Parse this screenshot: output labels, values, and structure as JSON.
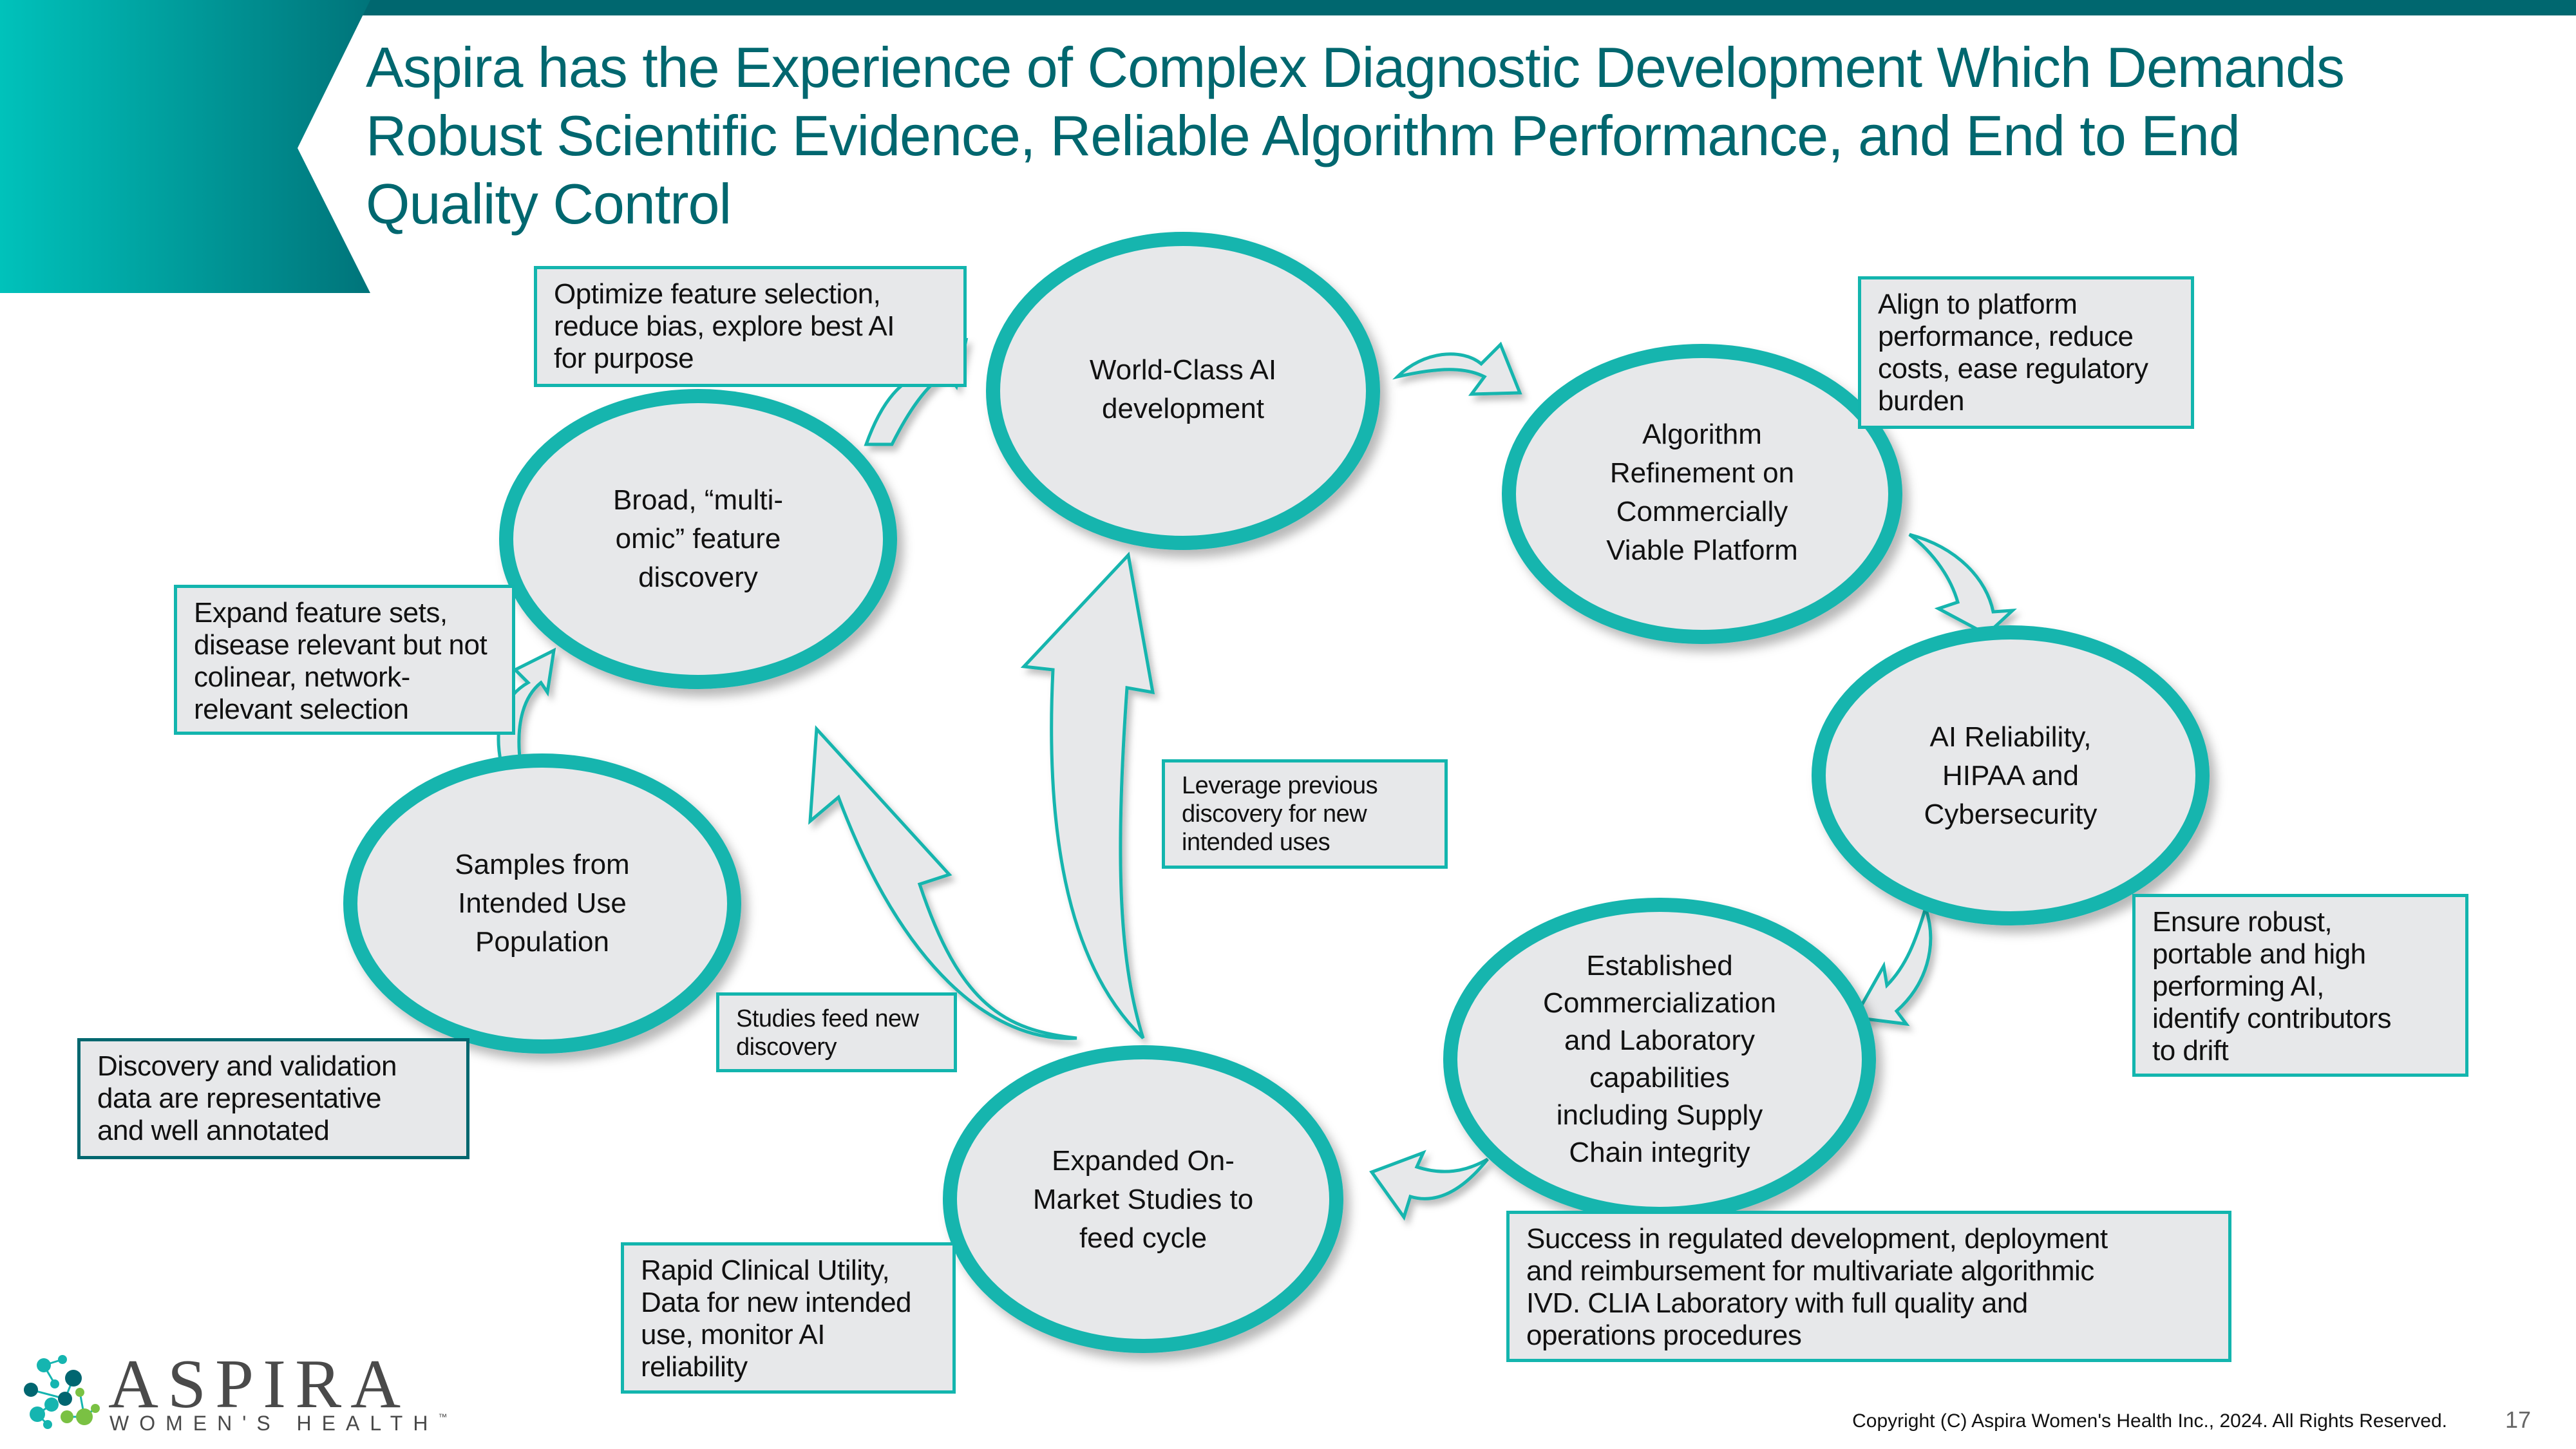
{
  "slide": {
    "title": "Aspira has the Experience of Complex Diagnostic Development Which Demands Robust Scientific Evidence, Reliable Algorithm Performance, and End to End Quality Control",
    "title_lines": [
      "Aspira has the Experience of Complex Diagnostic Development Which Demands",
      "Robust Scientific Evidence, Reliable Algorithm Performance, and End to End",
      "Quality Control"
    ],
    "page_number": "17",
    "copyright": "Copyright (C) Aspira Women's Health Inc., 2024. All Rights Reserved."
  },
  "colors": {
    "accent_teal": "#13b5ae",
    "dark_teal": "#00676f",
    "bright_teal": "#00c2bb",
    "node_fill": "#e7e8ea",
    "text": "#111111"
  },
  "cycle_nodes": [
    {
      "id": "world-class-ai",
      "label": "World-Class AI development",
      "lines": [
        "World-Class AI",
        "development"
      ]
    },
    {
      "id": "algorithm-refinement",
      "label": "Algorithm Refinement on Commercially Viable Platform",
      "lines": [
        "Algorithm",
        "Refinement on",
        "Commercially",
        "Viable Platform"
      ]
    },
    {
      "id": "ai-reliability",
      "label": "AI Reliability, HIPAA and Cybersecurity",
      "lines": [
        "AI Reliability,",
        "HIPAA and",
        "Cybersecurity"
      ]
    },
    {
      "id": "established-commercialization",
      "label": "Established Commercialization and Laboratory capabilities including Supply Chain integrity",
      "lines": [
        "Established",
        "Commercialization",
        "and Laboratory",
        "capabilities",
        "including Supply",
        "Chain integrity"
      ]
    },
    {
      "id": "expanded-on-market",
      "label": "Expanded On-Market Studies to feed cycle",
      "lines": [
        "Expanded On-",
        "Market Studies to",
        "feed cycle"
      ]
    },
    {
      "id": "samples",
      "label": "Samples from Intended Use Population",
      "lines": [
        "Samples from",
        "Intended Use",
        "Population"
      ]
    },
    {
      "id": "broad-multiomic",
      "label": "Broad, “multi-omic” feature discovery",
      "lines": [
        "Broad, “multi-",
        "omic” feature",
        "discovery"
      ]
    }
  ],
  "callouts": [
    {
      "id": "optimize",
      "lines": [
        "Optimize feature selection,",
        "reduce bias, explore best AI",
        "for purpose"
      ]
    },
    {
      "id": "align",
      "lines": [
        "Align to platform",
        "performance, reduce",
        "costs, ease regulatory",
        "burden"
      ]
    },
    {
      "id": "expand",
      "lines": [
        "Expand feature sets,",
        "disease relevant but not",
        "colinear, network-",
        "relevant selection"
      ]
    },
    {
      "id": "leverage",
      "lines": [
        "Leverage previous",
        "discovery for new",
        "intended uses"
      ]
    },
    {
      "id": "ensure",
      "lines": [
        "Ensure robust,",
        "portable and high",
        "performing AI,",
        "identify contributors",
        "to drift"
      ]
    },
    {
      "id": "studies",
      "lines": [
        "Studies feed new",
        "discovery"
      ]
    },
    {
      "id": "discovery-validation",
      "lines": [
        "Discovery and validation",
        "data are representative",
        "and well annotated"
      ]
    },
    {
      "id": "success",
      "lines": [
        "Success in regulated development, deployment",
        "and reimbursement for multivariate algorithmic",
        "IVD.  CLIA Laboratory with full quality and",
        "operations procedures"
      ]
    },
    {
      "id": "rapid",
      "lines": [
        "Rapid Clinical Utility,",
        "Data for new intended",
        "use, monitor AI",
        "reliability"
      ]
    }
  ],
  "logo": {
    "wordmark": "ASPIRA",
    "subtitle": "WOMEN'S HEALTH",
    "trademark": "™"
  }
}
